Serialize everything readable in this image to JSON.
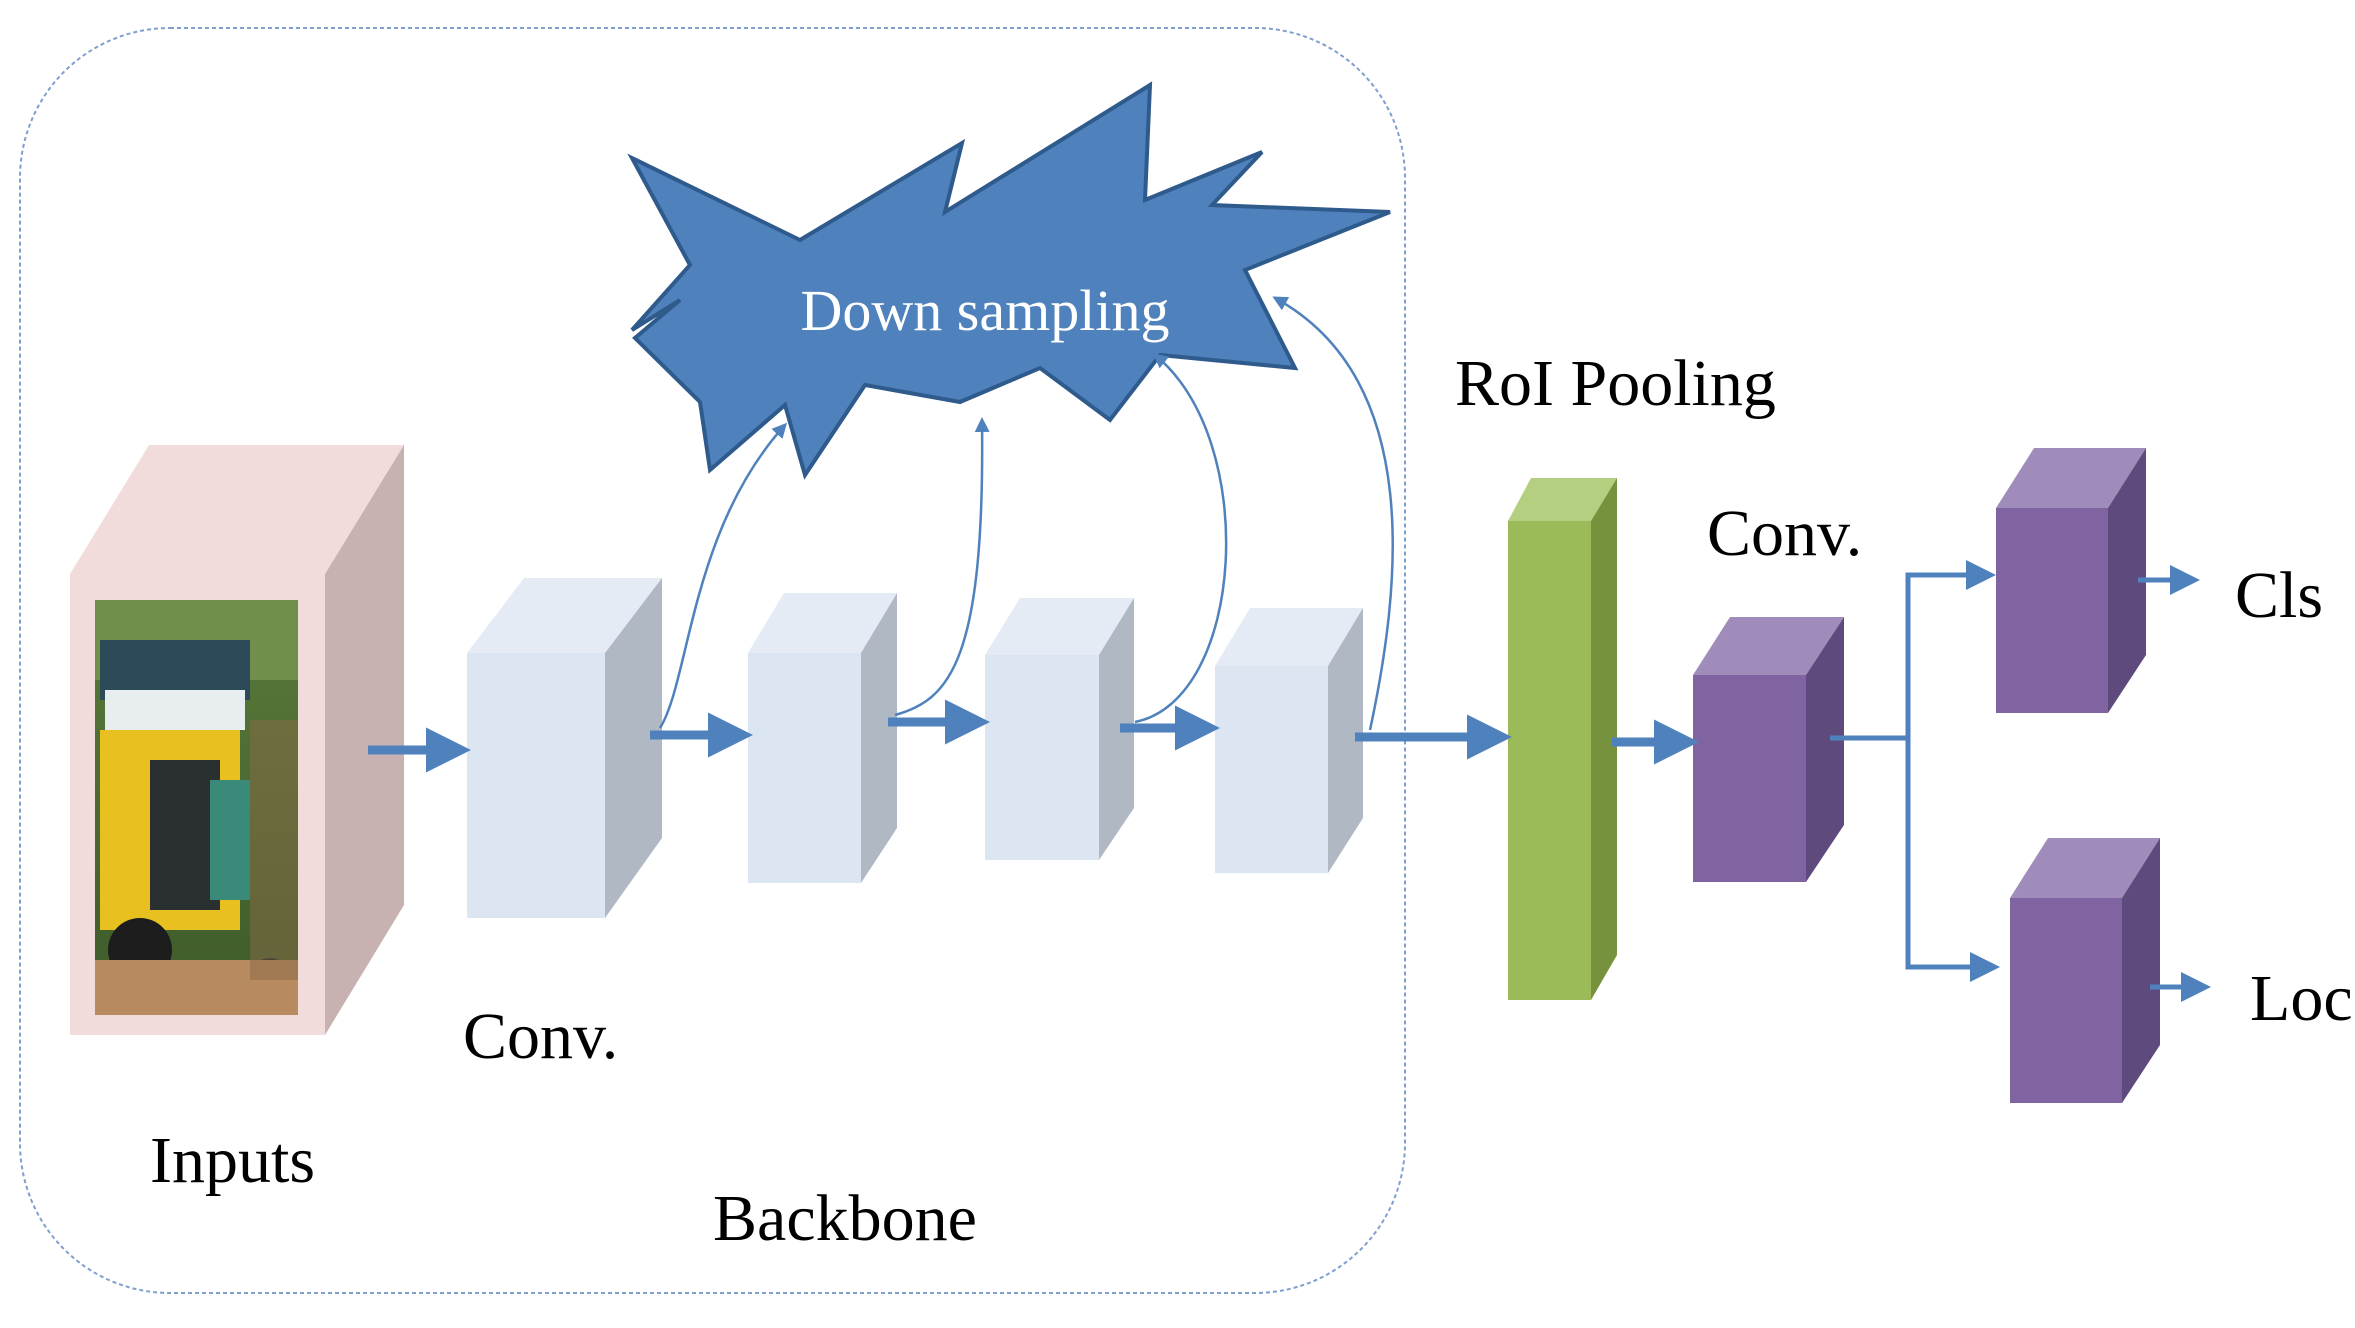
{
  "labels": {
    "down_sampling": "Down sampling",
    "roi_pooling": "RoI Pooling",
    "backbone_conv": "Conv.",
    "head_conv": "Conv.",
    "inputs": "Inputs",
    "backbone": "Backbone",
    "cls": "Cls",
    "loc": "Loc"
  },
  "colors": {
    "backbone_block": "#dce6f2",
    "input_block": "#f2dcdb",
    "roi_block": "#9bbb59",
    "head_block": "#8064a2",
    "arrow": "#4f81bd",
    "starburst": "#4f81bd",
    "boundary": "#7f9fcf"
  },
  "icons": {
    "input_image": "auto-rickshaw-photo"
  }
}
